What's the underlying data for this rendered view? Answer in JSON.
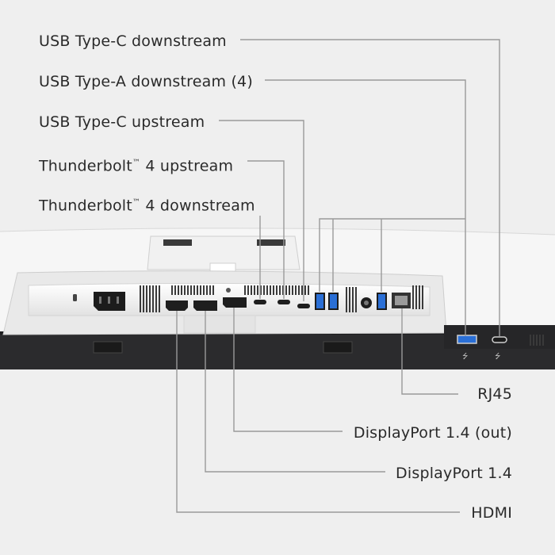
{
  "labels_top": [
    {
      "id": "usb-c-downstream",
      "text": "USB Type-C downstream"
    },
    {
      "id": "usb-a-downstream",
      "text": "USB Type-A downstream (4)"
    },
    {
      "id": "usb-c-upstream",
      "text": "USB Type-C upstream"
    },
    {
      "id": "tb4-upstream",
      "pre": "Thunderbolt",
      "mark": "™",
      "post": " 4 upstream"
    },
    {
      "id": "tb4-downstream",
      "pre": "Thunderbolt",
      "mark": "™",
      "post": " 4 downstream"
    }
  ],
  "labels_bottom": [
    {
      "id": "rj45",
      "text": "RJ45"
    },
    {
      "id": "dp-out",
      "text": "DisplayPort 1.4 (out)"
    },
    {
      "id": "dp",
      "text": "DisplayPort 1.4"
    },
    {
      "id": "hdmi",
      "text": "HDMI"
    }
  ],
  "colors": {
    "background": "#efefef",
    "leader_line": "#9a9a9a",
    "monitor_white": "#f4f4f4",
    "monitor_dark": "#2b2b2d",
    "usb3_blue": "#2a6fd6",
    "text": "#2a2a2a"
  }
}
